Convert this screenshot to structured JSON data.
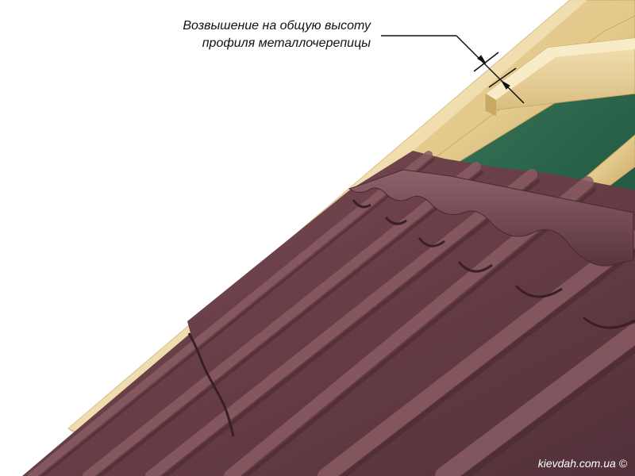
{
  "annotation": {
    "line1": "Возвышение на общую высоту",
    "line2": "профиля металлочерепицы"
  },
  "watermark": "kievdah.com.ua ©",
  "colors": {
    "background": "#ffffff",
    "roofing_sheet": "#6b4048",
    "roofing_sheet_shadow": "#4a2a31",
    "roofing_sheet_highlight": "#8a5c64",
    "wood_batten": "#e6cf96",
    "membrane": "#2f6b50",
    "annotation_line": "#111111"
  },
  "icons": [
    "dimension-arrow-icon",
    "leader-line"
  ]
}
